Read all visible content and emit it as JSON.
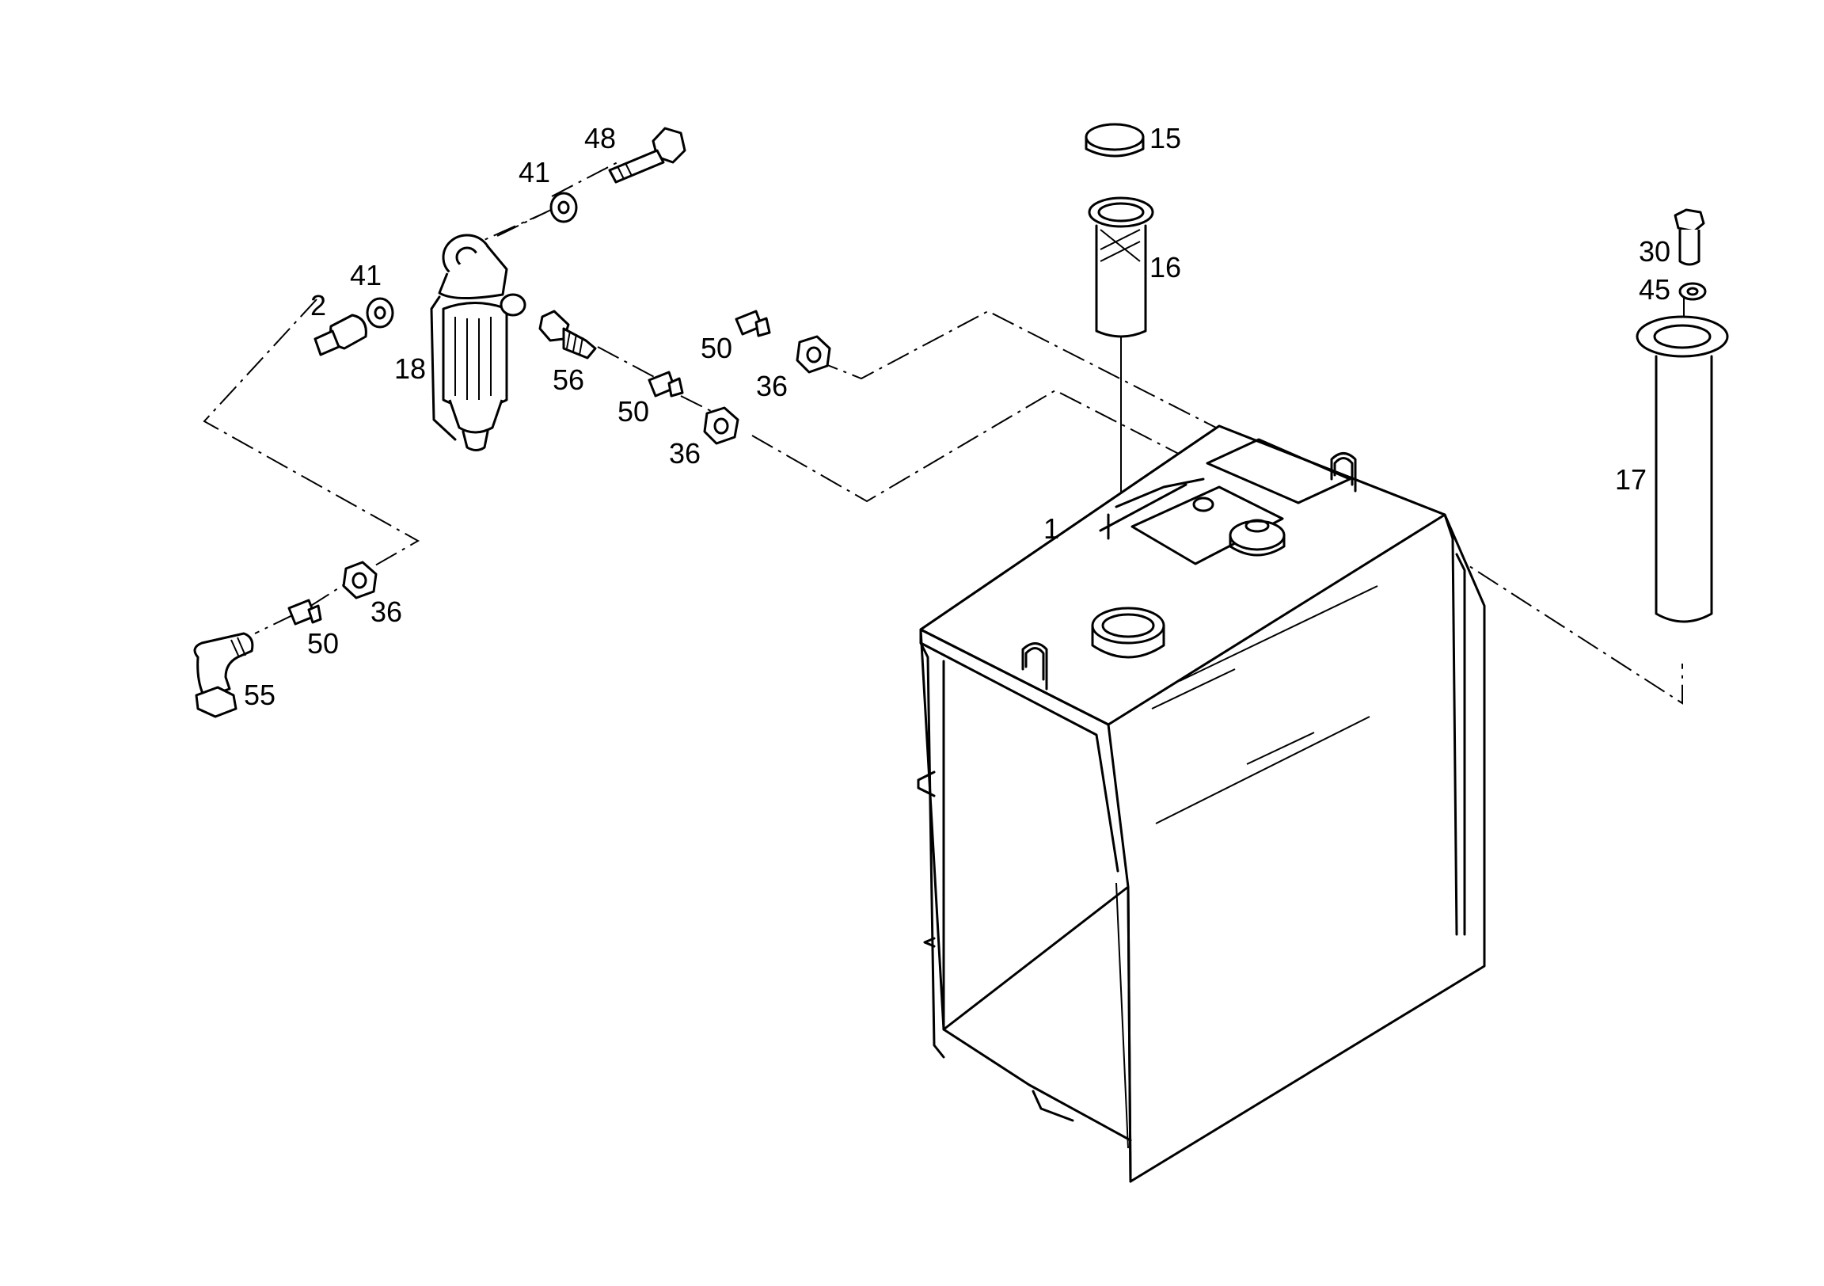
{
  "diagram": {
    "callouts": {
      "tank": "1",
      "cap": "15",
      "strainer": "16",
      "sender": "17",
      "bolt_30": "30",
      "washer_45": "45",
      "bolt_48": "48",
      "washer_41_top": "41",
      "washer_41_left": "41",
      "adapter_2": "2",
      "filter_18": "18",
      "fitting_56": "56",
      "sleeve_50_a": "50",
      "nut_36_a": "36",
      "sleeve_50_b": "50",
      "nut_36_b": "36",
      "nut_36_c": "36",
      "sleeve_50_c": "50",
      "elbow_55": "55"
    }
  }
}
